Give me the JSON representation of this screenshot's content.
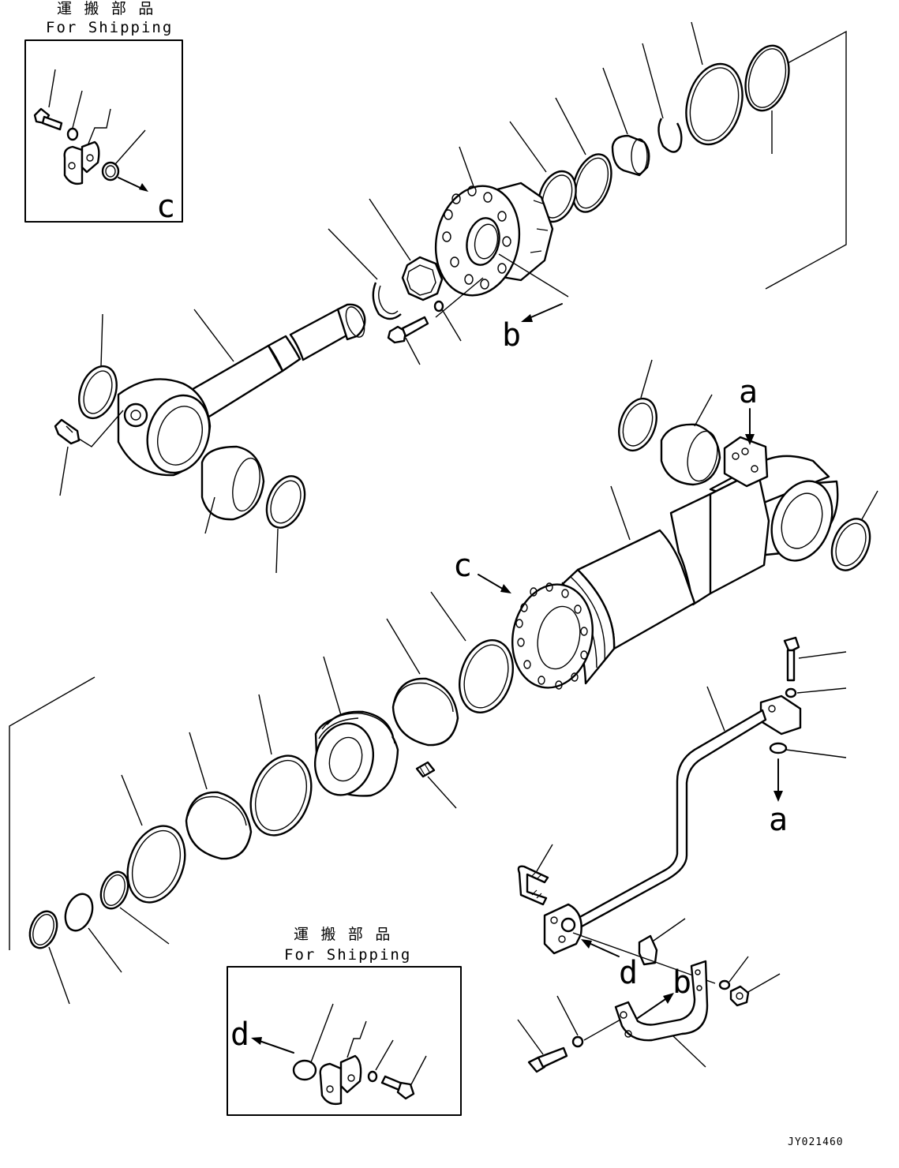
{
  "shipping_box_top": {
    "title_jp": "運 搬 部 品",
    "title_en": "For Shipping",
    "arrow_label": "c"
  },
  "shipping_box_bottom": {
    "title_jp": "運 搬 部 品",
    "title_en": "For Shipping",
    "arrow_label": "d"
  },
  "markers": {
    "b_head": "b",
    "a_top": "a",
    "c_cyl": "c",
    "a_pipe": "a",
    "d_pipe": "d",
    "b_bracket": "b"
  },
  "drawing_code": "JY021460"
}
